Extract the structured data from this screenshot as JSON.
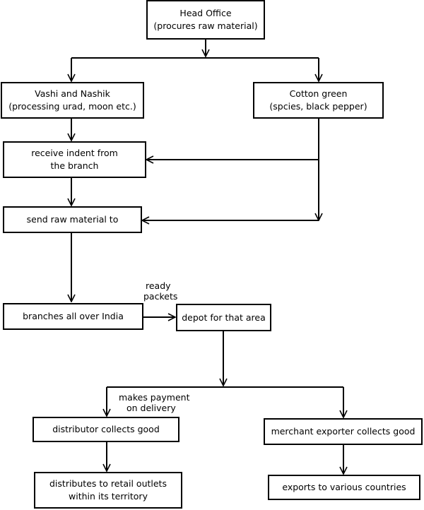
{
  "head_office": {
    "line1": "Head Office",
    "line2": "(procures raw material)"
  },
  "vashi_nashik": {
    "line1": "Vashi and Nashik",
    "line2": "(processing urad, moon etc.)"
  },
  "cotton_green": {
    "line1": "Cotton green",
    "line2": "(spcies, black pepper)"
  },
  "receive_indent": {
    "line1": "receive indent from",
    "line2": "the branch"
  },
  "send_raw_material": {
    "line1": "send raw material to"
  },
  "branches": {
    "line1": "branches all over India"
  },
  "depot": {
    "line1": "depot for that area"
  },
  "distributor": {
    "line1": "distributor collects good"
  },
  "merchant_exporter": {
    "line1": "merchant exporter collects good"
  },
  "distributes_retail": {
    "line1": "distributes to retail outlets",
    "line2": "within its territory"
  },
  "exports": {
    "line1": "exports to various countries"
  },
  "labels": {
    "ready_packets": {
      "line1": "ready",
      "line2": "packets"
    },
    "payment": {
      "line1": "makes payment",
      "line2": "on delivery"
    }
  }
}
